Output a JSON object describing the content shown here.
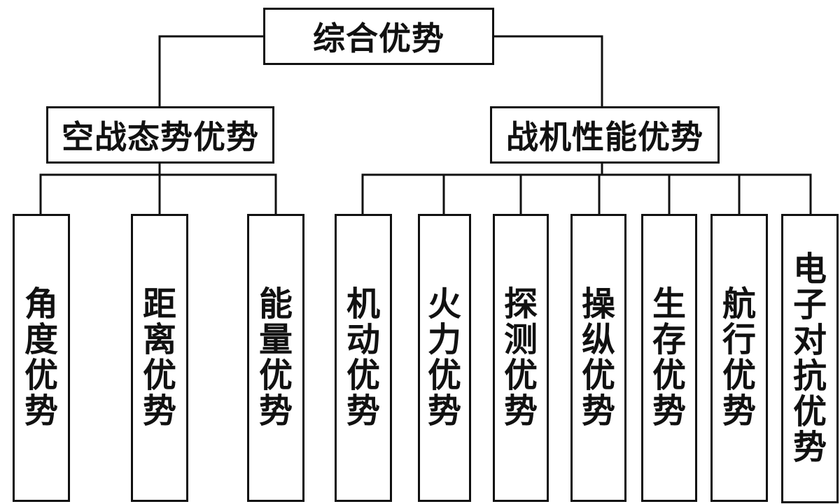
{
  "root": {
    "label": "综合优势"
  },
  "branches": [
    {
      "label": "空战态势优势",
      "children": [
        "角度优势",
        "距离优势",
        "能量优势"
      ]
    },
    {
      "label": "战机性能优势",
      "children": [
        "机动优势",
        "火力优势",
        "探测优势",
        "操纵优势",
        "生存优势",
        "航行优势",
        "电子对抗优势"
      ]
    }
  ]
}
